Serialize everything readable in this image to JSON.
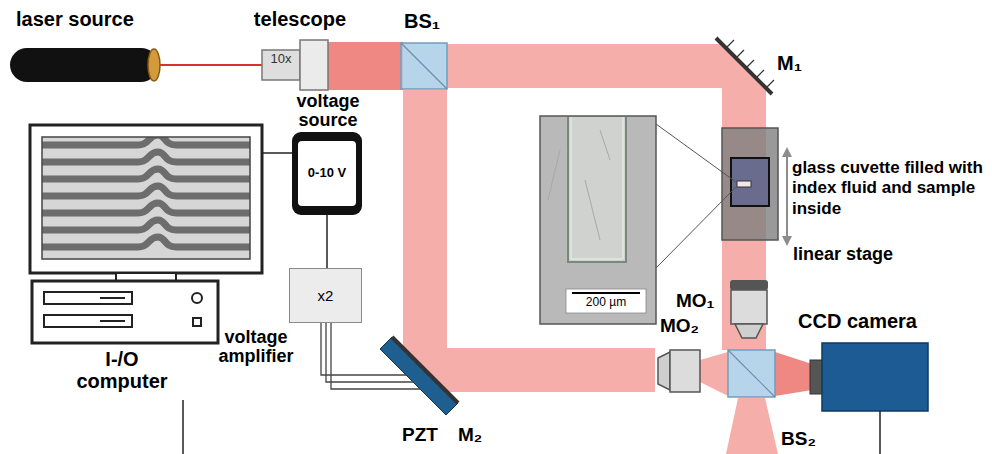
{
  "diagram": {
    "nodes": [
      {
        "text": [
          "telescope",
          "10x"
        ]
      },
      {
        "text": [
          "voltage source",
          "0-10 V"
        ]
      },
      {
        "text": [
          "x2",
          "voltage amplifier"
        ]
      },
      {
        "text": [
          "I-/O computer"
        ]
      }
    ],
    "edges": [
      {
        "from": 3,
        "to": 1,
        "arrow": "none"
      },
      {
        "from": 1,
        "to": 2,
        "arrow": "none"
      }
    ],
    "labels": [
      "laser source",
      "BS₁",
      "M₁",
      "glass cuvette filled with index fluid and sample inside",
      "linear stage",
      "200 µm",
      "MO₁",
      "MO₂",
      "CCD camera",
      "BS₂",
      "PZT",
      "M₂"
    ]
  }
}
